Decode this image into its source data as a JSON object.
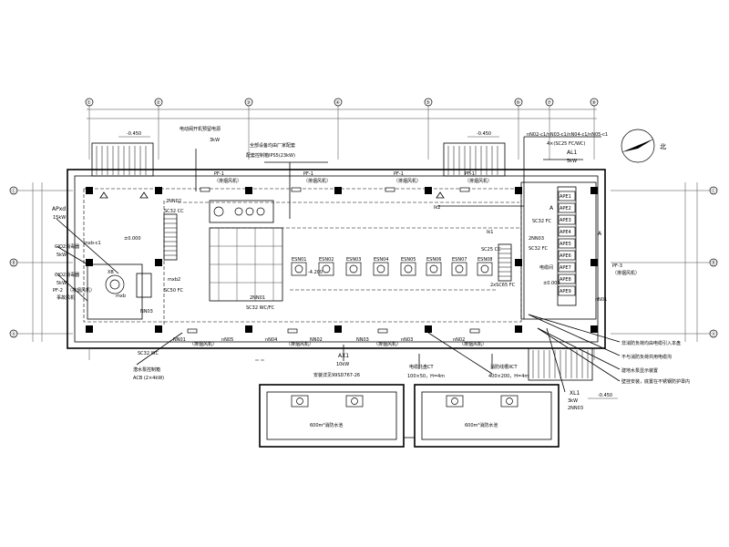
{
  "grid_axes": {
    "top": [
      "①",
      "②",
      "③",
      "④",
      "⑤",
      "⑥",
      "⑦",
      "⑧"
    ],
    "left": [
      "Ⓒ",
      "Ⓑ",
      "Ⓐ"
    ],
    "right": [
      "Ⓒ",
      "Ⓑ",
      "Ⓐ"
    ]
  },
  "elevations": {
    "top_left": "-0.450",
    "top_right": "-0.450",
    "floor_left": "±0.000",
    "floor_right": "±0.000",
    "floor_mid": "-4.200",
    "bottom_right": "-0.450"
  },
  "north_label": "北",
  "labels": {
    "fan_tag": "PF-1",
    "fan_note": "（排烟风机）",
    "fan_note_b": "（排烟风机）",
    "apxd": "APxd",
    "apxd_kw": "15kW",
    "mxb_c1": "mxb-c1",
    "co2_1": "CIO2消毒器",
    "co2_1_kw": "5kW",
    "co2_2": "CIO2消毒器",
    "co2_2_kw": "5kW",
    "pf2": "PF-2",
    "pf2_note": "（排烟风机）",
    "pf2_sub": "事故风机",
    "mxb2": "mxb2",
    "sc50": "SC50 FC",
    "nn03_left": "NN03",
    "xb": "XB",
    "mxb": "mxb",
    "n2n02": "2NN02",
    "sc32cc": "SC32 CC",
    "valve_note": "电动阀开机预留电源",
    "valve_kw": "3kW",
    "equip_note": "全部设备均由厂家配套",
    "panel_note": "配套控制箱IPS5(23kW)",
    "n2n01": "2NN01",
    "sc32wcfc": "SC32 WC/FC",
    "lk2": "lk2",
    "lk1": "lk1",
    "sc25cc": "SC25 CC",
    "sc32fc_r": "SC32 FC",
    "n2n03": "2NN03",
    "sc32fc_r2": "SC32 FC",
    "sc65": "2xSC65 FC",
    "top_right_circuit": "nN02-c1/nN03-c1/nN04-c1/nN05-c1",
    "top_right_cable": "4×(SC25 FC/WC)",
    "al1": "AL1",
    "al1_kw": "5kW",
    "section_a": "A",
    "pf3": "PF-3",
    "pf3_note": "（排烟风机）",
    "nn01_right": "nN01",
    "cable_room": "电缆间",
    "sc32wc": "SC32 WC",
    "nn01_bot": "NN01",
    "nn05": "nN05",
    "nn04": "nN04",
    "nn03_bot": "nN03",
    "nn02_bot": "nN02",
    "nn02_mid": "NN02",
    "nn03_mid": "NN03",
    "ax1": "AX1",
    "ax1_kw": "10kW",
    "acb": "潜水泵控制箱",
    "acb_kw": "ACB (2×4kW)",
    "install_note": "安装详见99SD767-26",
    "tray_ct": "电缆托盘CT",
    "tray_ct_dim": "100×50，H=4m",
    "tray_xct": "消防线槽XCT",
    "tray_xct_dim": "400×200，H=4m",
    "note_r1": "非消防负荷均由电缆引入本盘",
    "note_r2": "不与消防负荷共用电缆沟",
    "note_r3": "建地水泵显示装置",
    "note_r4": "壁挂安装，底置在不锈钢防护罩内",
    "xl1": "XL1",
    "xl1_kw": "3kW",
    "xl1_id": "2NN03",
    "pool_left": "600m³消防水池",
    "pool_right": "600m³消防水池"
  },
  "fan_units": [
    "ESN01",
    "ESN02",
    "ESN03",
    "ESN04",
    "ESN05",
    "ESN06",
    "ESN07",
    "ESN08"
  ],
  "ape_panels": [
    "APE1",
    "APE2",
    "APE3",
    "APE4",
    "APE5",
    "APE6",
    "APE7",
    "APE8",
    "APE9"
  ]
}
